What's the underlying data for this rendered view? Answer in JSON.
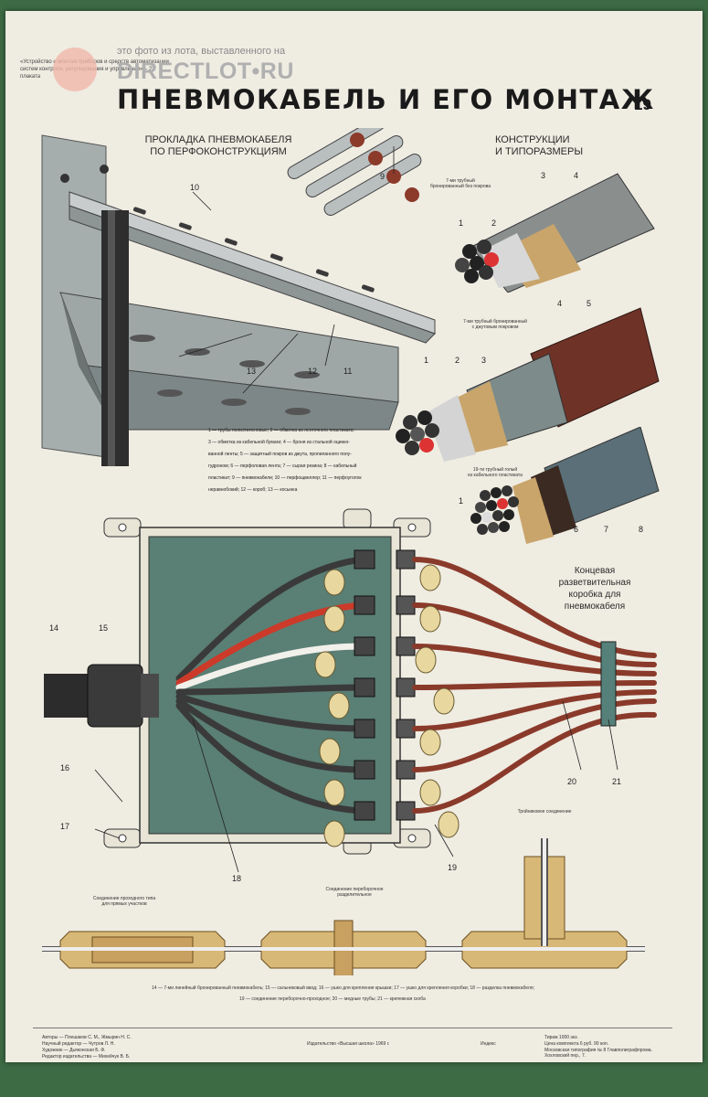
{
  "header": {
    "note": "«Устройство и монтаж приборов и средств автоматизации систем контроля, регулирования и управления» – 23 плаката",
    "title": "ПНЕВМОКАБЕЛЬ И ЕГО МОНТАЖ",
    "page_number": "19"
  },
  "watermark": {
    "text": "это фото из лота, выставленного на",
    "logo": "DIRECTLOT•RU"
  },
  "section1": {
    "title_line1": "ПРОКЛАДКА ПНЕВМОКАБЕЛЯ",
    "title_line2": "ПО ПЕРФОКОНСТРУКЦИЯМ",
    "callouts": [
      "9",
      "10",
      "11",
      "12",
      "13"
    ]
  },
  "section2": {
    "title_line1": "КОНСТРУКЦИИ",
    "title_line2": "И ТИПОРАЗМЕРЫ",
    "cable1": {
      "caption_line1": "7-ми трубный",
      "caption_line2": "бронированный без покрова",
      "callouts": [
        "1",
        "2",
        "3",
        "4"
      ]
    },
    "cable2": {
      "caption_line1": "7-ми трубный бронированный",
      "caption_line2": "с джутовым покровом",
      "callouts": [
        "1",
        "2",
        "3",
        "4",
        "5"
      ]
    },
    "cable3": {
      "caption_line1": "19-ти трубный голый",
      "caption_line2": "из кабельного пластиката",
      "callouts": [
        "1",
        "6",
        "7",
        "8"
      ]
    }
  },
  "legend": {
    "lines": [
      "1 — трубы полиэтиленовые; 2 — обмотка из ленточного пластиката;",
      "3 — обмотка из кабельной бумаги; 4 — броня из стальной оцинко-",
      "ванной ленты; 5 — защитный покров из джута, пропиланного полу-",
      "гудроном; 6 — перфоловая лента; 7 — сырая резина; 8 — кабельный",
      "пластикат; 9 — пневмокабели; 10 — перфощвеллер; 11 — перфоуголок",
      "неравнобокий; 12 — короб; 13 — косынка"
    ]
  },
  "section3": {
    "title_line1": "Концевая",
    "title_line2": "разветвительная",
    "title_line3": "коробка для",
    "title_line4": "пневмокабеля",
    "callouts": [
      "14",
      "15",
      "16",
      "17",
      "18",
      "19",
      "20",
      "21"
    ]
  },
  "connections": {
    "left_line1": "Соединение проходного типа",
    "left_line2": "для прямых участков",
    "mid_line1": "Соединение переборочное",
    "mid_line2": "разделительное",
    "right": "Тройниковое соединение"
  },
  "bottom_legend": {
    "line1": "14 — 7-ми линейный бронированный пневмокабель; 15 — сальниковый ввод; 16 — ушко для крепления крышки; 17 — ушко для крепления коробки; 18 — разделка пневмокабеля;",
    "line2": "19 — соединение переборочно-проходное; 20 — медные трубы; 21 — крепежная скоба"
  },
  "footer": {
    "credits": [
      "Авторы — Плешаков С. М., Жмырин Н. С.",
      "Научный редактор — Чутров Л. Н.",
      "Художник — Дьяконская Б. Ф.",
      "Редактор издательства — Михейчук В. Б."
    ],
    "publisher": "Издательство «Высшая школа» 1969 г.",
    "index": "Индекс",
    "print_info": [
      "Тираж 1000 экз.",
      "Цена комплекта 6 руб. 90 коп.",
      "Московская типография № 8 Главполиграфпрома. Хохловский пер., 7."
    ]
  },
  "colors": {
    "paper": "#efece2",
    "wall": "#3d6b44",
    "box_interior": "#5a7f74",
    "steel": "#a9b0b1",
    "copper": "#8a3a2a"
  }
}
